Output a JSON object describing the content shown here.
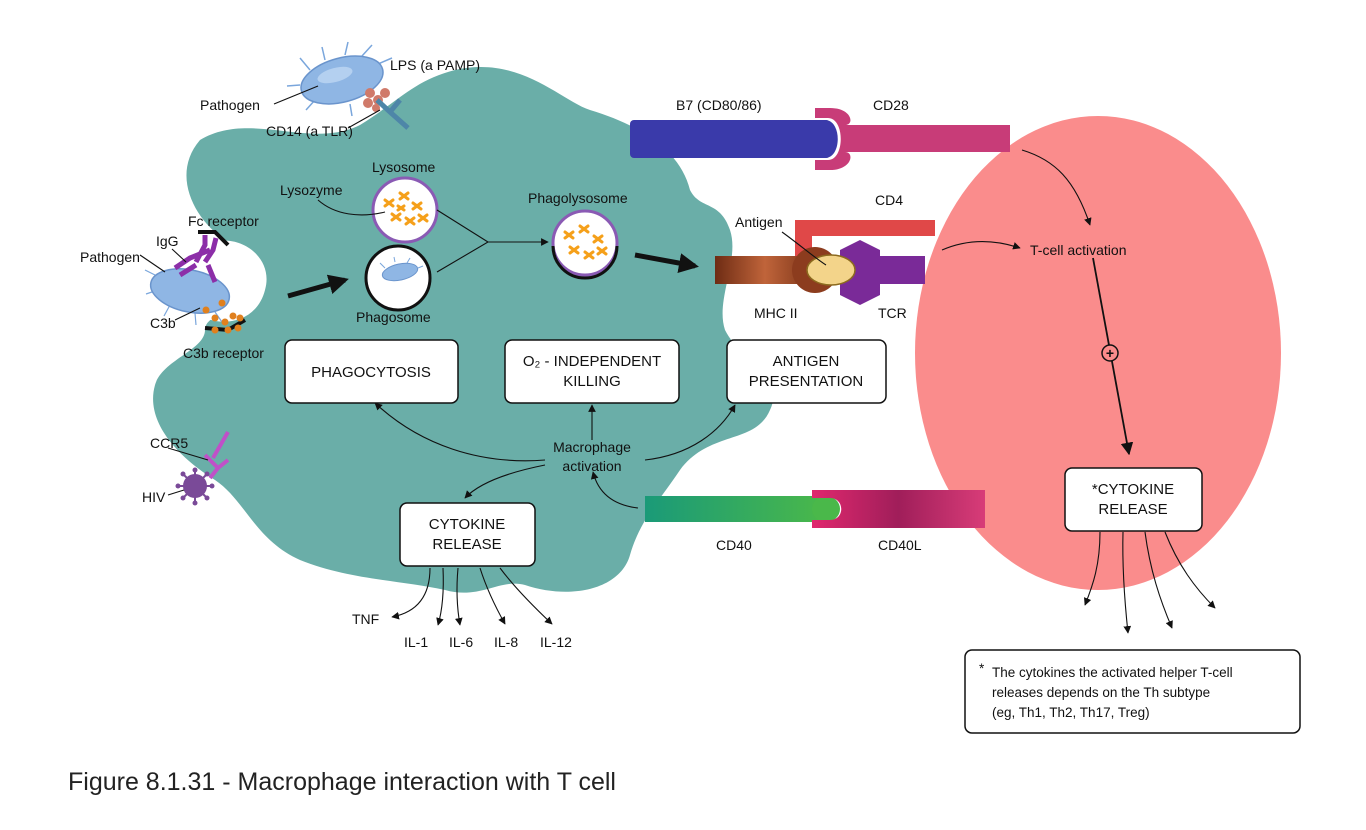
{
  "caption": "Figure 8.1.31 - Macrophage interaction with T cell",
  "labels": {
    "pathogen_top": "Pathogen",
    "lps": "LPS (a PAMP)",
    "cd14": "CD14 (a TLR)",
    "lysosome": "Lysosome",
    "lysozyme": "Lysozyme",
    "phagolysosome": "Phagolysosome",
    "fc_receptor": "Fc receptor",
    "igg": "IgG",
    "pathogen_left": "Pathogen",
    "c3b": "C3b",
    "c3b_receptor": "C3b receptor",
    "phagosome": "Phagosome",
    "antigen": "Antigen",
    "b7": "B7 (CD80/86)",
    "cd28": "CD28",
    "cd4": "CD4",
    "mhc2": "MHC II",
    "tcr": "TCR",
    "tcell_activation": "T-cell activation",
    "plus": "+",
    "ccr5": "CCR5",
    "hiv": "HIV",
    "macrophage_activation_1": "Macrophage",
    "macrophage_activation_2": "activation",
    "cd40": "CD40",
    "cd40l": "CD40L",
    "tnf": "TNF",
    "il1": "IL-1",
    "il6": "IL-6",
    "il8": "IL-8",
    "il12": "IL-12"
  },
  "boxes": {
    "phagocytosis": "PHAGOCYTOSIS",
    "o2_line1": "O₂ - INDEPENDENT",
    "o2_line2": "KILLING",
    "antigen_pres_line1": "ANTIGEN",
    "antigen_pres_line2": "PRESENTATION",
    "cytokine_line1": "CYTOKINE",
    "cytokine_line2": "RELEASE",
    "t_cytokine_line1": "*CYTOKINE",
    "t_cytokine_line2": "RELEASE"
  },
  "note": {
    "asterisk": "*",
    "line1": "The cytokines the activated helper T-cell",
    "line2": "releases depends on the Th subtype",
    "line3": "(eg, Th1, Th2, Th17, Treg)"
  },
  "colors": {
    "macrophage": "#6aaea8",
    "tcell": "#fa8c8c",
    "b7": "#3a3aaa",
    "cd28": "#c83c78",
    "cd4": "#e04848",
    "mhc2": "#8c3c1e",
    "tcr": "#7a2a98",
    "pathogen": "#8fb6e4",
    "lysozyme": "#f5a01a",
    "c3b": "#e0801e",
    "igg": "#8c2ea8",
    "hiv": "#7a4a98",
    "ccr5": "#c050c8"
  }
}
